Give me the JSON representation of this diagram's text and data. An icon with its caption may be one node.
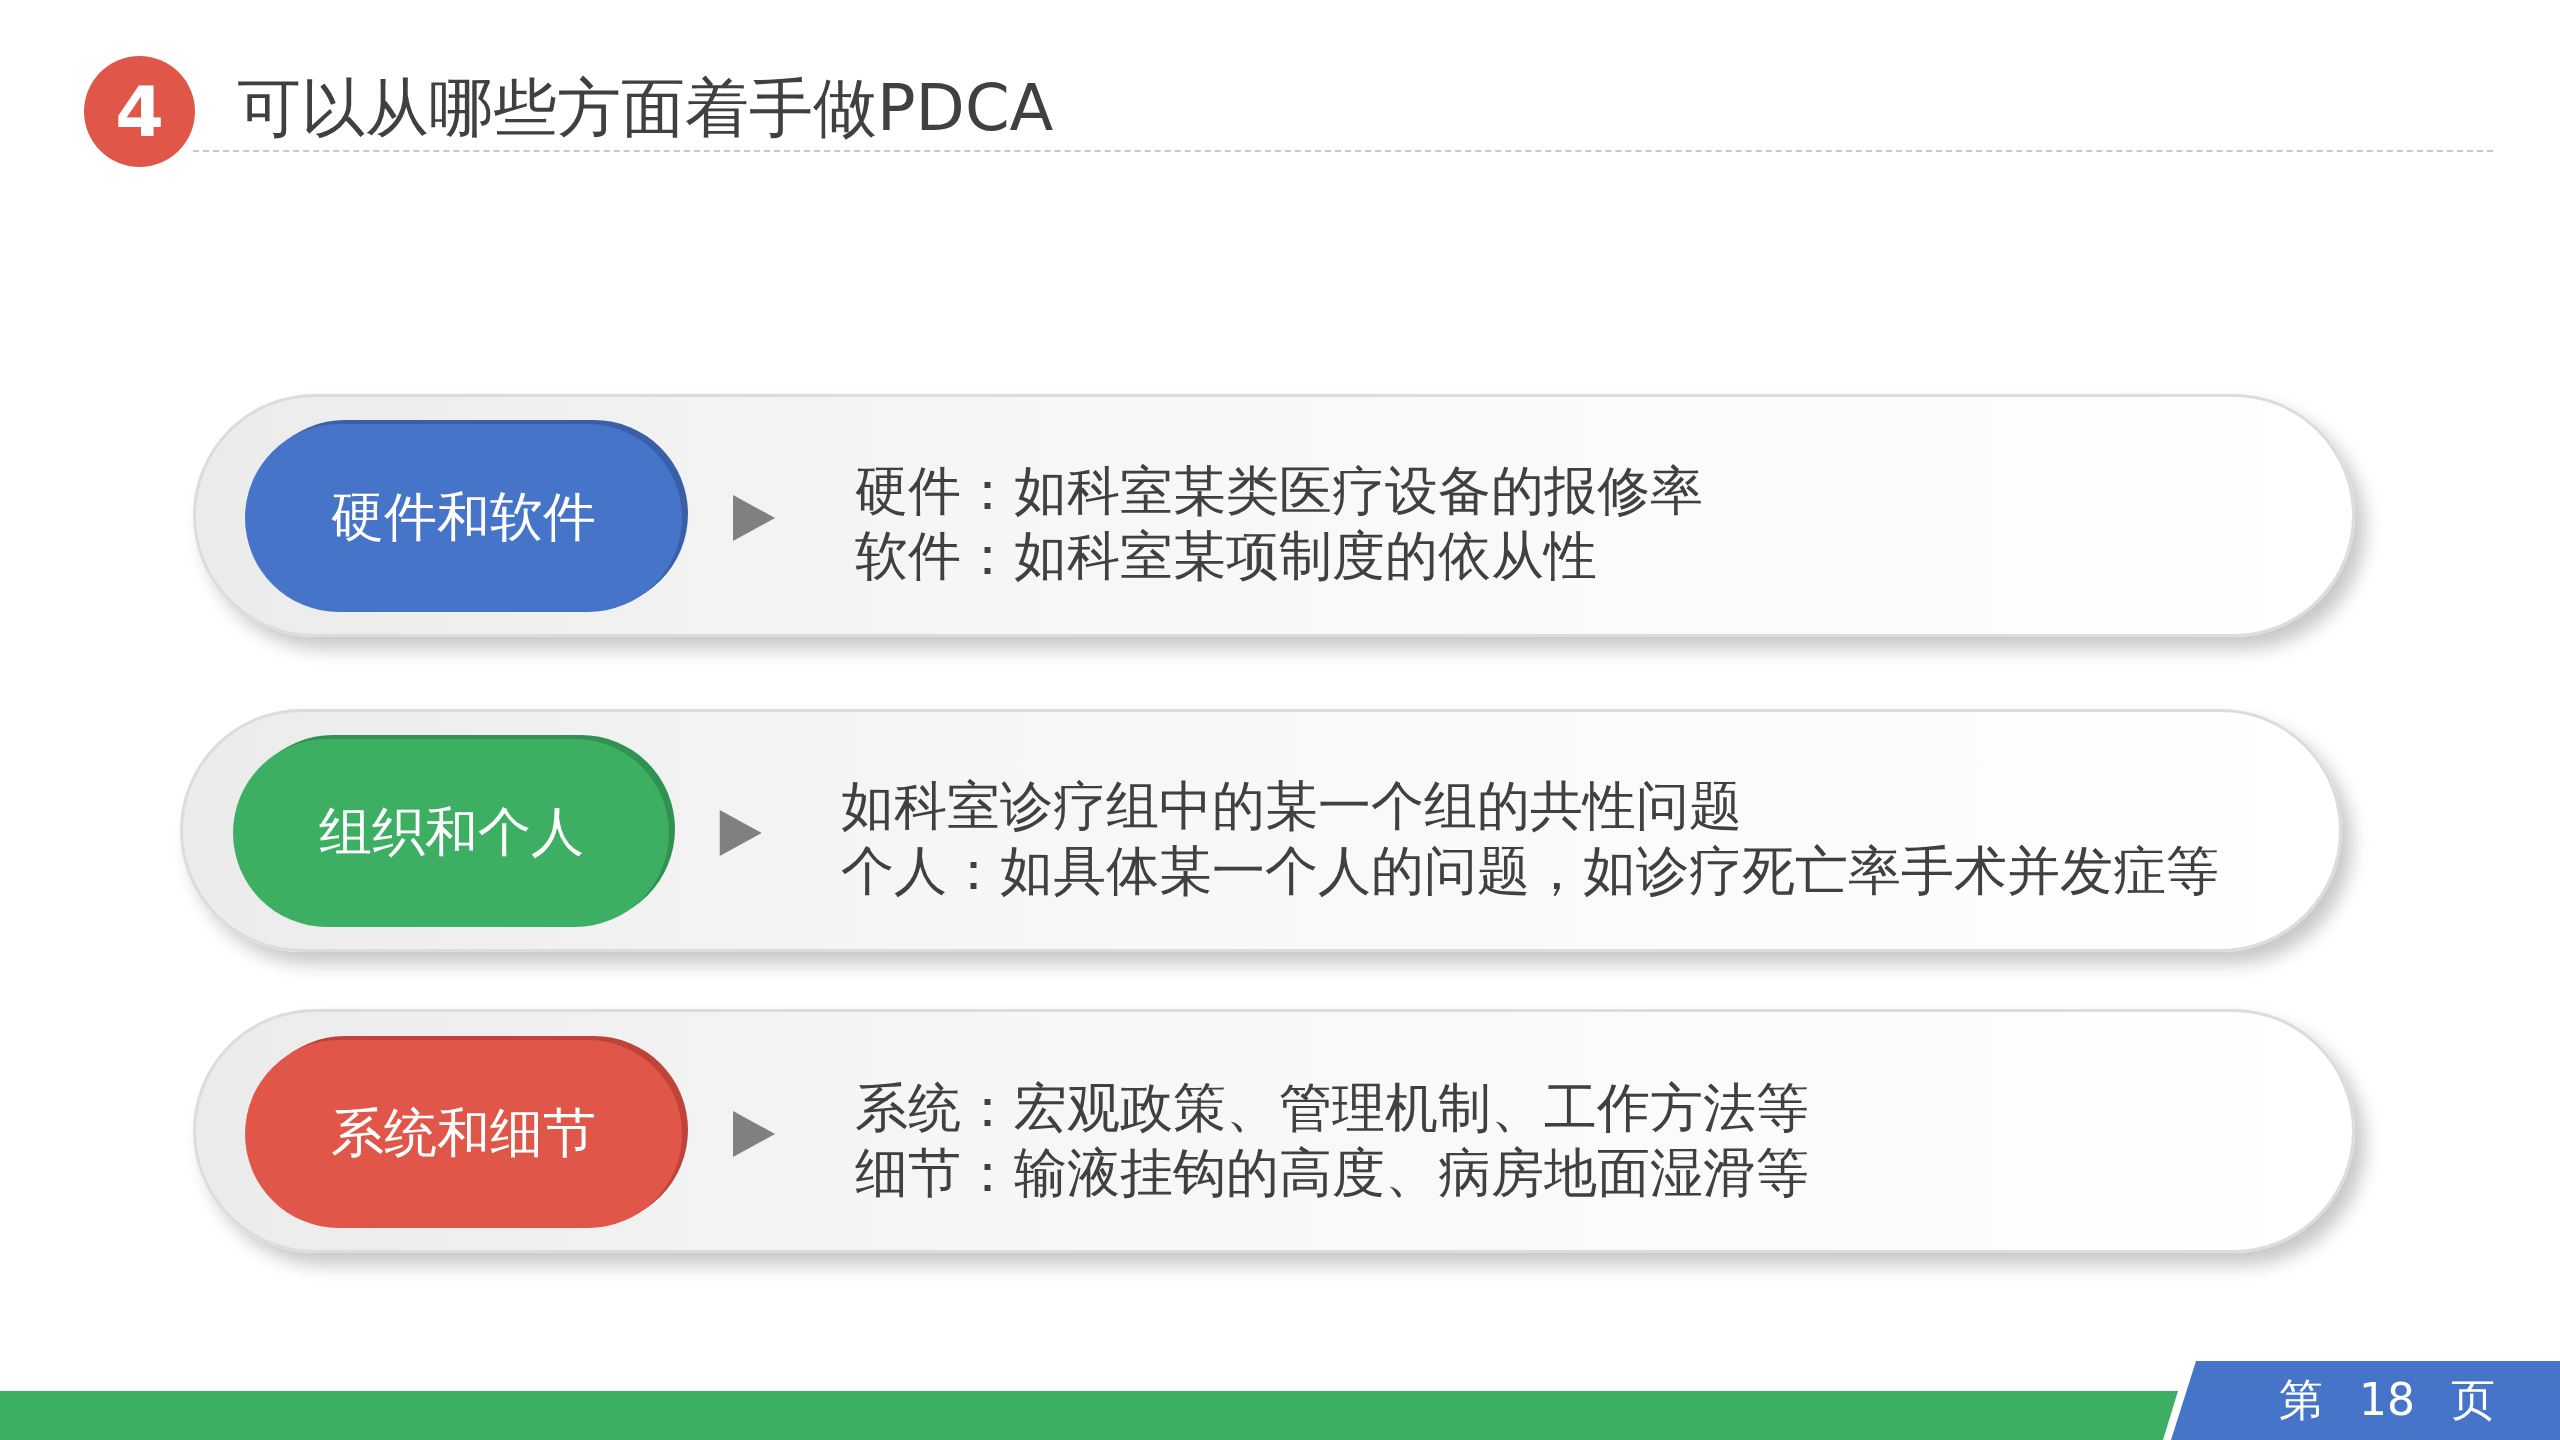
{
  "diagram": {
    "title": "可以从哪些方面着手做PDCA",
    "nodes": [
      {
        "text": [
          "4"
        ]
      },
      {
        "text": [],
        "shape": "box"
      },
      {
        "text": [
          "硬件和软件"
        ],
        "in": 1
      },
      {
        "text": [
          "硬件：如科室某类医疗设备的报修率",
          "软件：如科室某项制度的依从性"
        ],
        "in": 1
      },
      {
        "text": [],
        "shape": "box"
      },
      {
        "text": [
          "组织和个人"
        ],
        "in": 4
      },
      {
        "text": [
          "如科室诊疗组中的某一个组的共性问题",
          "个人：如具体某一个人的问题，如诊疗死亡率手术并发症等"
        ],
        "in": 4
      },
      {
        "text": [],
        "shape": "box"
      },
      {
        "text": [
          "系统和细节"
        ],
        "in": 7
      },
      {
        "text": [
          "系统：宏观政策、管理机制、工作方法等",
          "细节：输液挂钩的高度、病房地面湿滑等"
        ],
        "in": 7
      },
      {
        "text": [
          "第 18 页"
        ]
      }
    ],
    "edges": [
      {
        "from": 2,
        "to": 3,
        "arrow": "to"
      },
      {
        "from": 5,
        "to": 6,
        "arrow": "to"
      },
      {
        "from": 8,
        "to": 9,
        "arrow": "to"
      }
    ]
  }
}
